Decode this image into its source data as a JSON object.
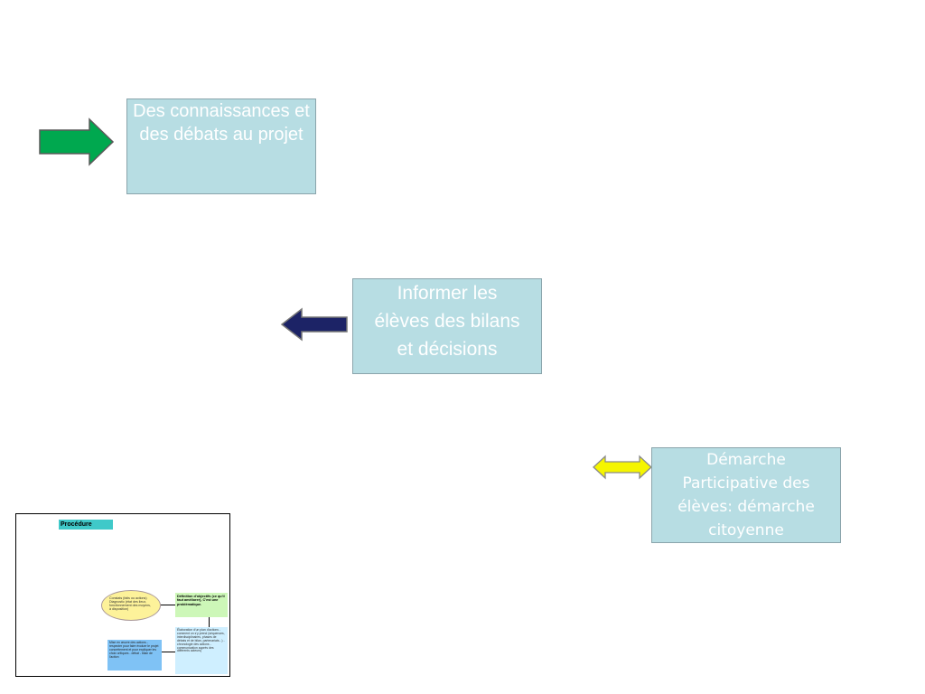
{
  "boxes": [
    {
      "id": "box1",
      "text": "Des connaissances et des débats au projet"
    },
    {
      "id": "box2",
      "text": "Informer les élèves des bilans et décisions"
    },
    {
      "id": "box3",
      "text": "Démarche Participative des élèves: démarche citoyenne"
    }
  ],
  "arrows": {
    "green": {
      "color": "#00a84f",
      "direction": "right"
    },
    "navy": {
      "color": "#1c2366",
      "direction": "left"
    },
    "yellow": {
      "color": "#f5f500",
      "direction": "both"
    }
  },
  "thumbnail": {
    "title": "Procédure",
    "oval_text": "Constats (faits ou actions) Diagnostic (état des lieux, fonctionnement des moyens, à disposition)",
    "objectives_text": "Définition d'objectifs (ce qu'il faut améliorer), C'est une problématique.",
    "plan_text": "Élaboration d'un plan d'actions - comment on s'y prend (séquences, interdisciplinaires, phases de débats et de bilan, partenariats...) - chronologie des actions - communication auprès des différents acteurs)",
    "implementation_text": "Mise en œuvre des actions - respecter pour faire évoluer le projet concrètement et pour expliquer les choix critiques - débat - bilan de l'action",
    "colors": {
      "title_bg": "#3fc9c9",
      "oval": "#fdf29a",
      "objectives": "#cdf7b8",
      "plan": "#cfefff",
      "implementation": "#7fc2f5"
    }
  }
}
